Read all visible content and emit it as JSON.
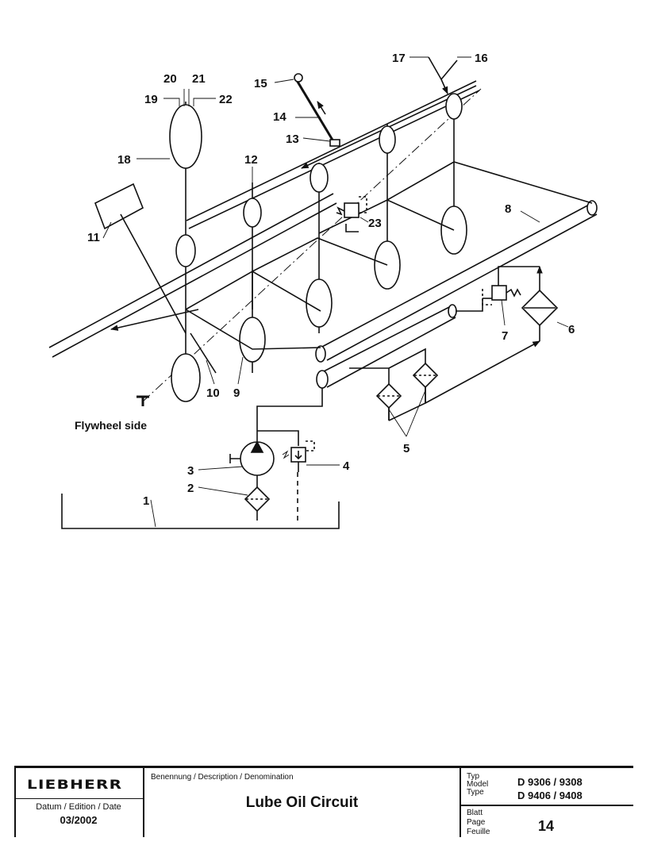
{
  "callouts": [
    "1",
    "2",
    "3",
    "4",
    "5",
    "6",
    "7",
    "8",
    "9",
    "10",
    "11",
    "12",
    "13",
    "14",
    "15",
    "16",
    "17",
    "18",
    "19",
    "20",
    "21",
    "22",
    "23"
  ],
  "side_label": "Flywheel side",
  "title_block": {
    "logo": "LIEBHERR",
    "date_label": "Datum / Edition / Date",
    "date_value": "03/2002",
    "description_label": "Benennung / Description / Denomination",
    "description_value": "Lube Oil Circuit",
    "type_label": [
      "Typ",
      "Model",
      "Type"
    ],
    "type_values": [
      "D  9306 / 9308",
      "D  9406 / 9408"
    ],
    "page_label": [
      "Blatt",
      "Page",
      "Feuille"
    ],
    "page_value": "14"
  }
}
